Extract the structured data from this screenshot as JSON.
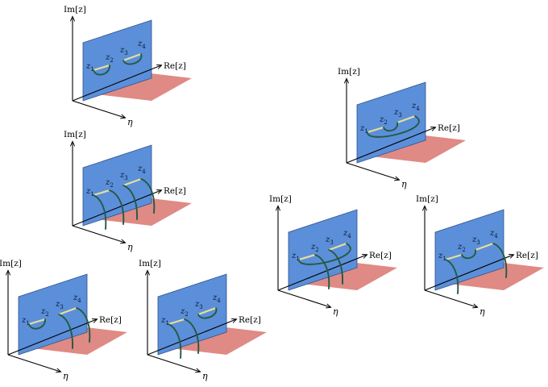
{
  "labels": {
    "im_axis": "Im[z]",
    "re_axis": "Re[z]",
    "eta_axis": "η"
  },
  "points": [
    "z1",
    "z2",
    "z3",
    "z4"
  ],
  "colors": {
    "imaginary_plane": "#5b8fd9",
    "real_plane": "#df8a85",
    "branch_cut": "#e8de9a",
    "contour": "#235a45"
  },
  "panels": [
    {
      "id": "p1",
      "contours": "two closed loops around z1-z2 and z3-z4"
    },
    {
      "id": "p2",
      "contours": "four contours descending from z1, z2, z3, z4"
    },
    {
      "id": "p3",
      "contours": "loop around z1-z2, contours from z3 and z4"
    },
    {
      "id": "p4",
      "contours": "contours from z1, z2 and loop around z3-z4"
    },
    {
      "id": "p5",
      "contours": "loop around z2-z3 nested in loop around z1-z4"
    },
    {
      "id": "p6",
      "contours": "loop around z2-z3 and contours from z1, z4, and outer"
    },
    {
      "id": "p7",
      "contours": "contours from z1 and z4, loop around z2-z3"
    }
  ]
}
